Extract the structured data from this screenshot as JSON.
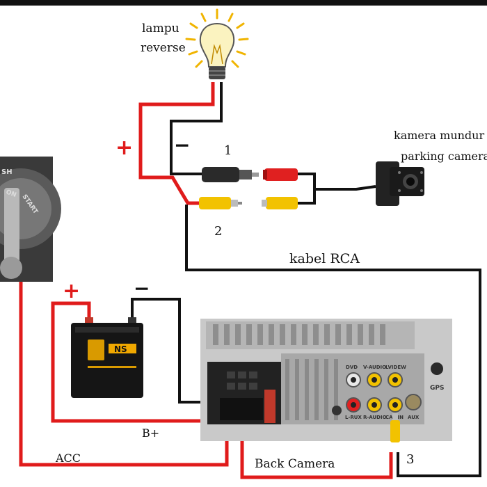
{
  "labels": {
    "lamp_line1": "lampu",
    "lamp_line2": "reverse",
    "camera_line1": "kamera mundur",
    "camera_line2": "parking camera",
    "rca_cable": "kabel RCA",
    "b_plus": "B+",
    "acc": "ACC",
    "back_camera": "Back Camera",
    "plus_sign": "+",
    "minus_sign": "−",
    "point_1": "1",
    "point_2": "2",
    "point_3": "3"
  },
  "ignition": {
    "text_acc": "SH",
    "text_on": "ON",
    "text_start": "START"
  },
  "battery": {
    "brand": "NS"
  },
  "head_unit": {
    "port_labels": [
      "DVD",
      "V-AUDIO",
      "LVIDEW",
      "L-RUX",
      "R-AUDIO",
      "CAMIN",
      "AUX"
    ],
    "gps_label": "GPS"
  },
  "colors": {
    "positive_wire": "#e01b1b",
    "negative_wire": "#111111",
    "rca_yellow": "#f2c200",
    "rca_red": "#e02020",
    "panel": "#c9c9c9"
  }
}
